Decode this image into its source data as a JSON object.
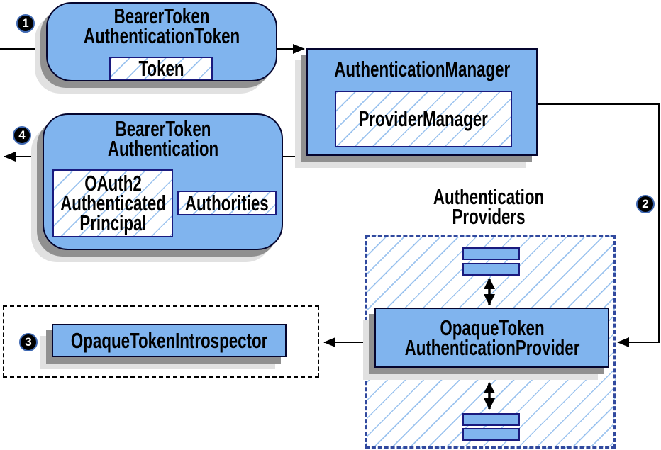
{
  "nodes": {
    "bearer_token_authentication_token": {
      "label": "BearerToken AuthenticationToken"
    },
    "token": {
      "label": "Token"
    },
    "authentication_manager": {
      "label": "AuthenticationManager"
    },
    "provider_manager": {
      "label": "ProviderManager"
    },
    "bearer_token_authentication": {
      "label": "BearerToken Authentication"
    },
    "oauth2_authenticated_principal": {
      "label": "OAuth2 Authenticated Principal"
    },
    "authorities": {
      "label": "Authorities"
    },
    "authentication_providers": {
      "label": "Authentication Providers"
    },
    "opaque_token_authentication_provider": {
      "label": "OpaqueToken AuthenticationProvider"
    },
    "opaque_token_introspector": {
      "label": "OpaqueTokenIntrospector"
    }
  },
  "steps": {
    "one": "1",
    "two": "2",
    "three": "3",
    "four": "4"
  },
  "colors": {
    "node_fill": "#80B4EE",
    "node_border": "#05052E",
    "inner_border": "#1A1A7E",
    "hatch_line": "#9DC4EF",
    "providers_dash_border": "#31499E",
    "introspector_dash_border": "#000000",
    "shadow_dark": "#909090",
    "shadow_light": "#E1E1E1",
    "connector": "#000000",
    "step_badge_bg": "#000000",
    "step_badge_ring": "#3E68B2",
    "step_badge_text": "#FFFFFF"
  }
}
